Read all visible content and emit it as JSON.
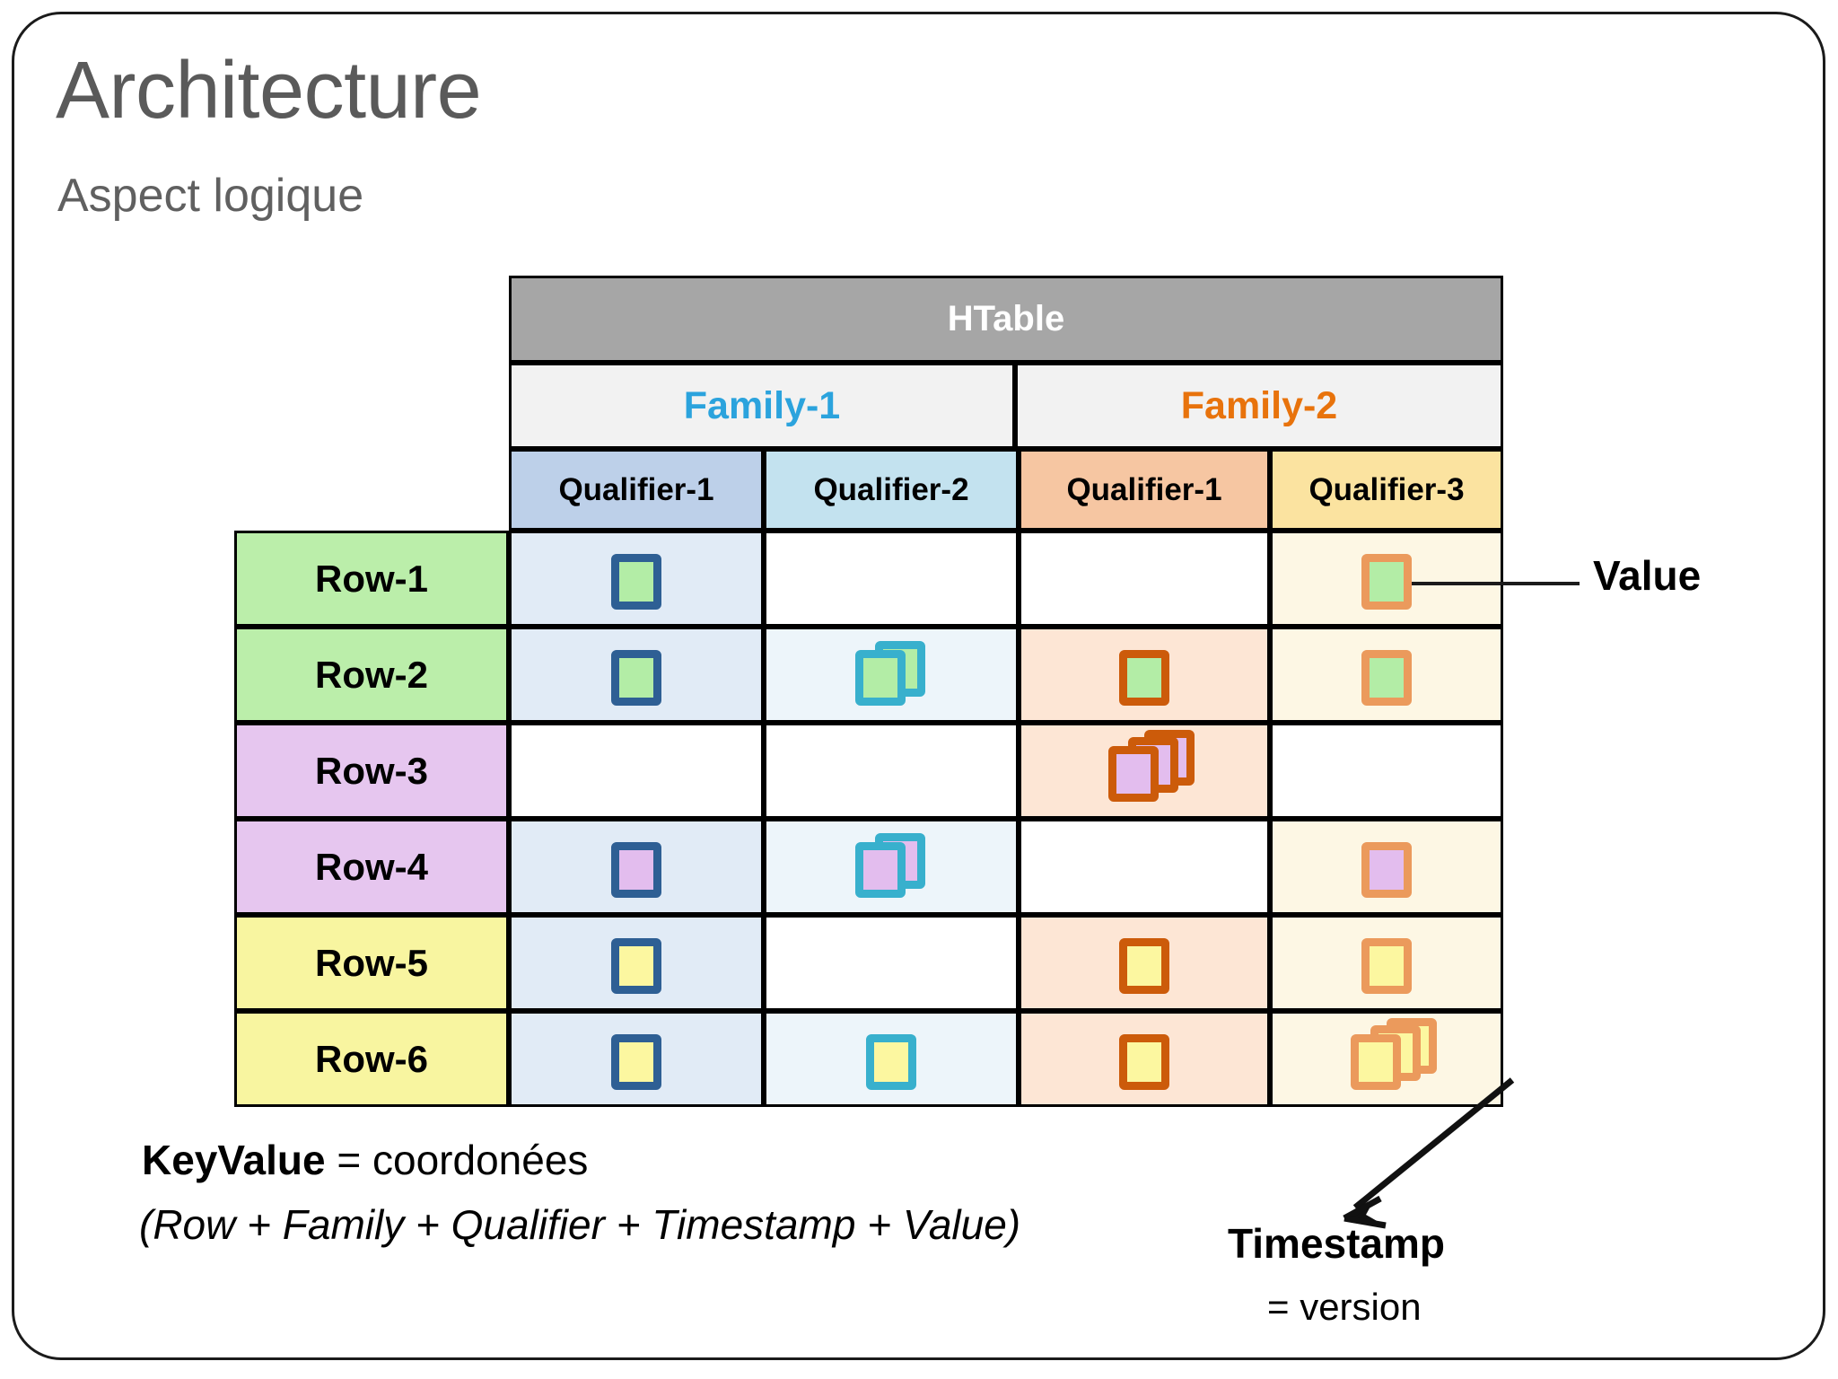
{
  "slide": {
    "title": "Architecture",
    "subtitle": "Aspect logique"
  },
  "table": {
    "title": "HTable",
    "families": [
      {
        "label": "Family-1",
        "color": "#2ba3dd",
        "span": 2
      },
      {
        "label": "Family-2",
        "color": "#e8730c",
        "span": 2
      }
    ],
    "qualifiers": [
      {
        "label": "Qualifier-1",
        "bg": "#bdd0e9"
      },
      {
        "label": "Qualifier-2",
        "bg": "#c3e2ef"
      },
      {
        "label": "Qualifier-1",
        "bg": "#f6c6a2"
      },
      {
        "label": "Qualifier-3",
        "bg": "#fbe3a0"
      }
    ],
    "rows": [
      {
        "label": "Row-1",
        "label_bg": "#bbeeaa",
        "fill": "green",
        "cells": [
          {
            "versions": 1
          },
          {
            "versions": 0
          },
          {
            "versions": 0
          },
          {
            "versions": 1
          }
        ]
      },
      {
        "label": "Row-2",
        "label_bg": "#bbeeaa",
        "fill": "green",
        "cells": [
          {
            "versions": 1
          },
          {
            "versions": 2
          },
          {
            "versions": 1
          },
          {
            "versions": 1
          }
        ]
      },
      {
        "label": "Row-3",
        "label_bg": "#e6c6ef",
        "fill": "purple",
        "cells": [
          {
            "versions": 0
          },
          {
            "versions": 0
          },
          {
            "versions": 3
          },
          {
            "versions": 0
          }
        ]
      },
      {
        "label": "Row-4",
        "label_bg": "#e6c6ef",
        "fill": "purple",
        "cells": [
          {
            "versions": 1
          },
          {
            "versions": 2
          },
          {
            "versions": 0
          },
          {
            "versions": 1
          }
        ]
      },
      {
        "label": "Row-5",
        "label_bg": "#f8f5a0",
        "fill": "yellow",
        "cells": [
          {
            "versions": 1
          },
          {
            "versions": 0
          },
          {
            "versions": 1
          },
          {
            "versions": 1
          }
        ]
      },
      {
        "label": "Row-6",
        "label_bg": "#f8f5a0",
        "fill": "yellow",
        "cells": [
          {
            "versions": 1
          },
          {
            "versions": 1
          },
          {
            "versions": 1
          },
          {
            "versions": 3
          }
        ]
      }
    ]
  },
  "annotations": {
    "value_label": "Value",
    "timestamp_label": "Timestamp",
    "timestamp_sub": "= version"
  },
  "caption": {
    "line1_bold": "KeyValue",
    "line1_rest": " = coordonées",
    "line2": "(Row + Family + Qualifier + Timestamp + Value)"
  },
  "colors": {
    "header_gray": "#a6a6a6",
    "family1": "#2ba3dd",
    "family2": "#e8730c",
    "border_navy": "#2e5f94",
    "border_teal": "#38b0cd",
    "border_brown": "#cc5b0a",
    "border_orange": "#eb9a5c",
    "fill_green": "#b3eda6",
    "fill_purple": "#e3bdee",
    "fill_yellow": "#fcf7a0"
  }
}
